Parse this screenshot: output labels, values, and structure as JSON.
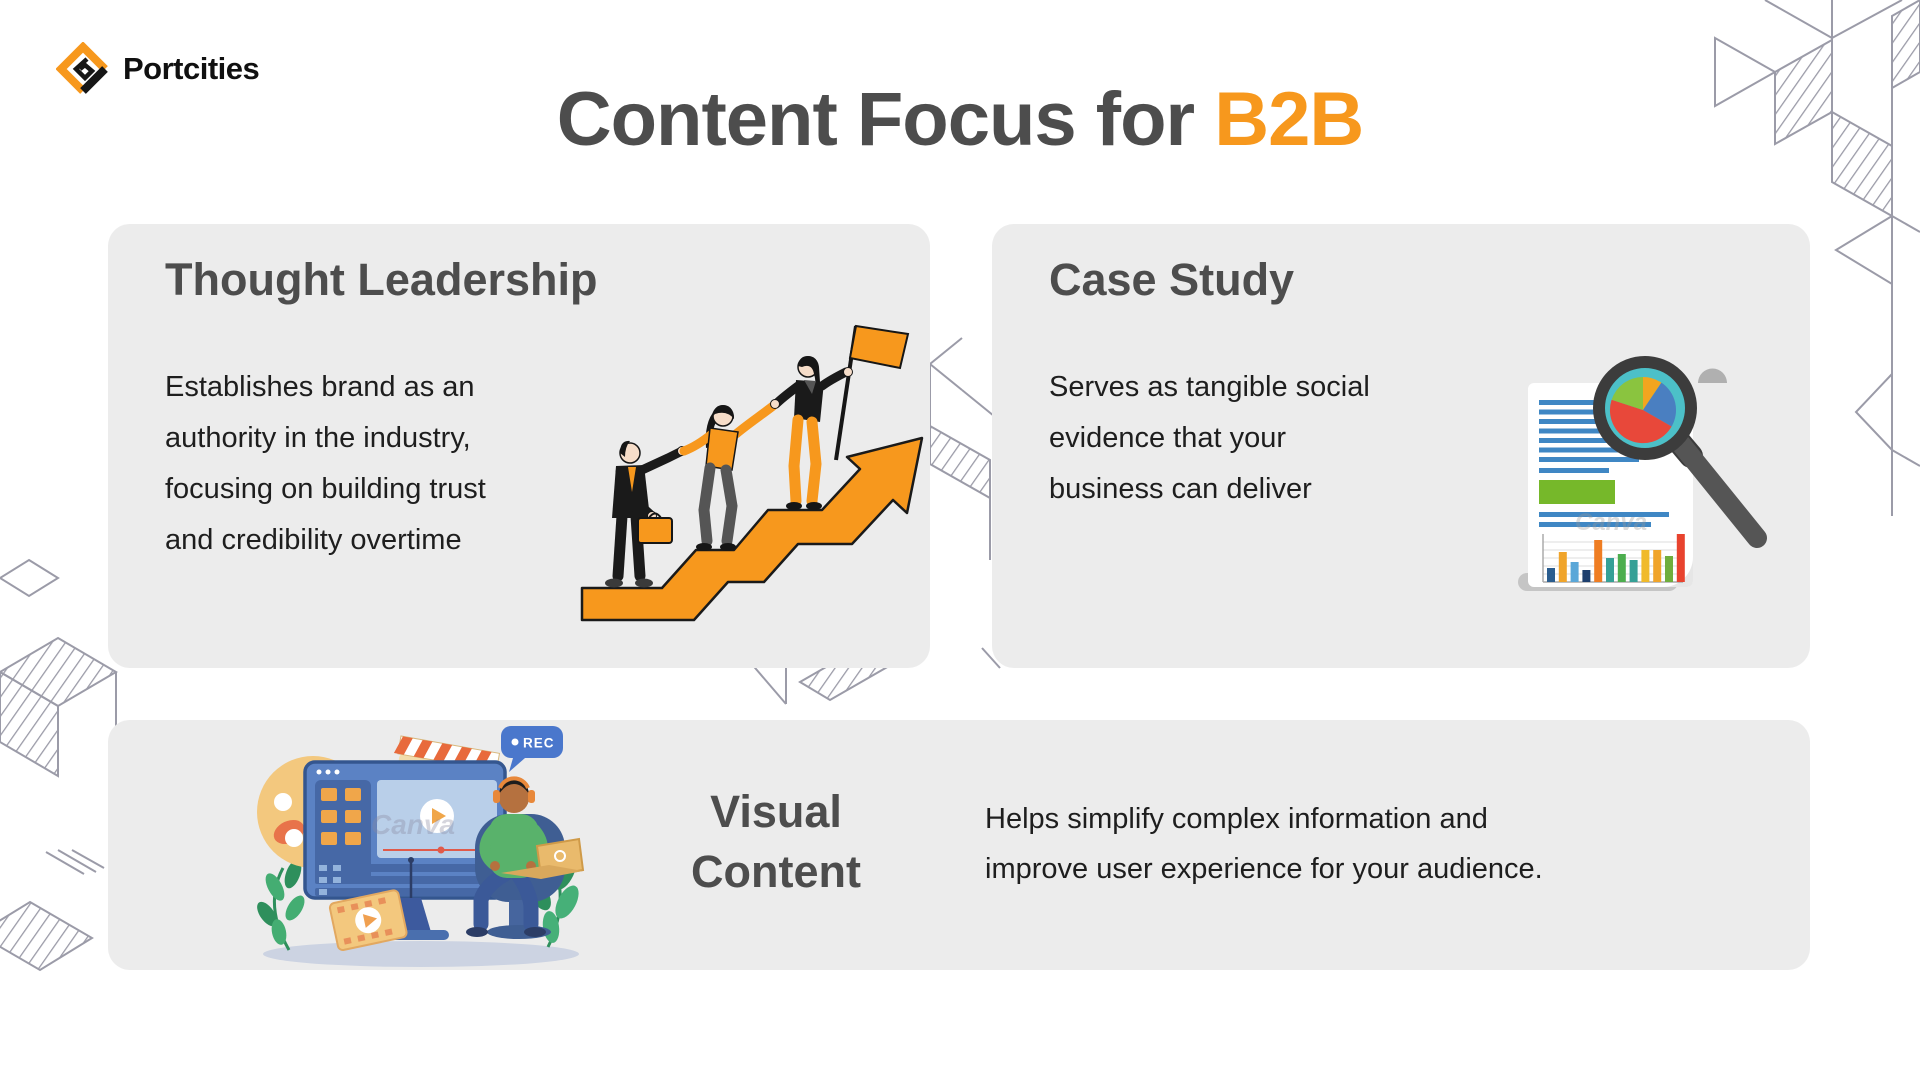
{
  "brand": {
    "name": "Portcities"
  },
  "title": {
    "prefix": "Content Focus for",
    "highlight": "B2B"
  },
  "watermark": "Canva",
  "cards": {
    "thought_leadership": {
      "title": "Thought Leadership",
      "body_lines": [
        "Establishes brand as an",
        "authority in the industry,",
        "focusing on building trust",
        "and credibility overtime"
      ],
      "illustration": "team-climbing-growth-arrow"
    },
    "case_study": {
      "title": "Case Study",
      "body_lines": [
        "Serves as tangible social",
        "evidence that your",
        "business can deliver"
      ],
      "illustration": "report-document-magnifier"
    },
    "visual_content": {
      "title_lines": [
        "Visual",
        "Content"
      ],
      "body_lines": [
        "Helps simplify complex information and",
        "improve user experience for your audience."
      ],
      "illustration": "video-editing-workstation",
      "rec_badge": "REC"
    }
  },
  "colors": {
    "accent_orange": "#F7981D",
    "heading_gray": "#4D4D4D",
    "body_text": "#1E1E1E",
    "card_background": "#ECECEC",
    "pattern_line": "#9B9BA8"
  }
}
